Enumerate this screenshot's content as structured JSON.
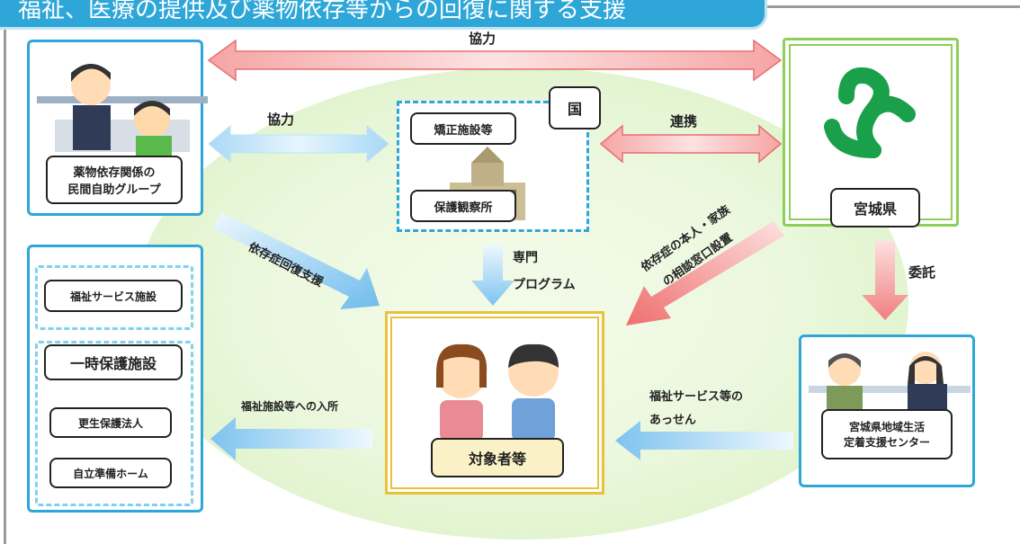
{
  "title": "福祉、医療の提供及び薬物依存等からの回復に関する支援",
  "colors": {
    "blue": "#2ea7d8",
    "pink_arrow": "#f08080",
    "blue_arrow": "#7ec3ef",
    "gold": "#e8c33a",
    "green": "#8ccf5a"
  },
  "arrows": {
    "top": "協力",
    "left_mid": "協力",
    "right_mid": "連携",
    "recovery": "依存症回復支援",
    "program_1": "専門",
    "program_2": "プログラム",
    "consult_1": "依存症の本人・家族",
    "consult_2": "の相談窓口設置",
    "commission": "委託",
    "welfare_service_1": "福祉サービス等の",
    "welfare_service_2": "あっせん",
    "facility_admission": "福祉施設等への入所"
  },
  "nodes": {
    "self_help": {
      "line1": "薬物依存関係の",
      "line2": "民間自助グループ"
    },
    "kuni": {
      "badge": "国",
      "corrections": "矯正施設等",
      "probation": "保護観察所"
    },
    "miyagi": {
      "label": "宮城県"
    },
    "target": {
      "label": "対象者等"
    },
    "center": {
      "line1": "宮城県地域生活",
      "line2": "定着支援センター"
    },
    "facilities": {
      "welfare": "福祉サービス施設",
      "temporary": "一時保護施設",
      "rehab": "更生保護法人",
      "independence": "自立準備ホーム"
    }
  },
  "icons": [
    "counselor-illustration",
    "diet-building-icon",
    "miyagi-emblem-icon",
    "two-people-illustration",
    "support-staff-illustration"
  ]
}
